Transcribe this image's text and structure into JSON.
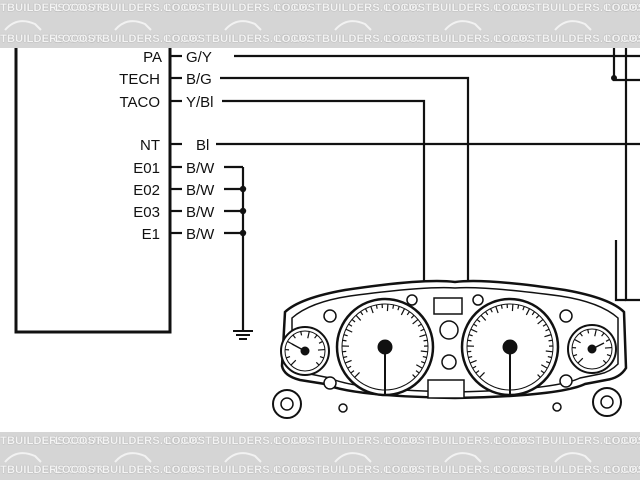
{
  "watermark": {
    "text": "LOCOSTBUILDERS.CO.UK"
  },
  "connector": {
    "pins": [
      {
        "pin": "PA",
        "wire": "G/Y"
      },
      {
        "pin": "TECH",
        "wire": "B/G"
      },
      {
        "pin": "TACO",
        "wire": "Y/Bl"
      },
      {
        "pin": "NT",
        "wire": "Bl"
      },
      {
        "pin": "E01",
        "wire": "B/W"
      },
      {
        "pin": "E02",
        "wire": "B/W"
      },
      {
        "pin": "E03",
        "wire": "B/W"
      },
      {
        "pin": "E1",
        "wire": "B/W"
      }
    ]
  },
  "icons": {
    "ground": "ground-symbol-icon",
    "cluster": "instrument-cluster-icon"
  },
  "colors": {
    "banner": "#d5d5d5",
    "line": "#111111",
    "paper": "#ffffff"
  }
}
